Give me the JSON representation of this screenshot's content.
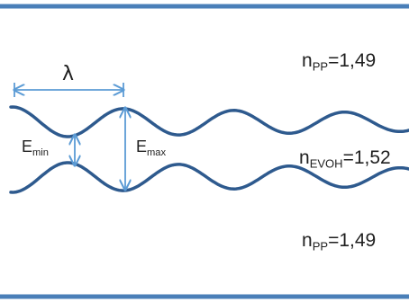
{
  "labels": {
    "lambda": "λ",
    "e_min": {
      "main": "E",
      "sub": "min"
    },
    "e_max": {
      "main": "E",
      "sub": "max"
    },
    "n_pp_top": {
      "main": "n",
      "sub": "PP",
      "value": "=1,49"
    },
    "n_evoh": {
      "main": "n",
      "sub": "EVOH",
      "value": "=1,52"
    },
    "n_pp_bottom": {
      "main": "n",
      "sub": "PP",
      "value": "=1,49"
    }
  },
  "colors": {
    "boundary_line": "#4a7fb8",
    "wave_line": "#2e5a8e",
    "arrow": "#5b9bd5",
    "text": "#1f1f1f"
  }
}
